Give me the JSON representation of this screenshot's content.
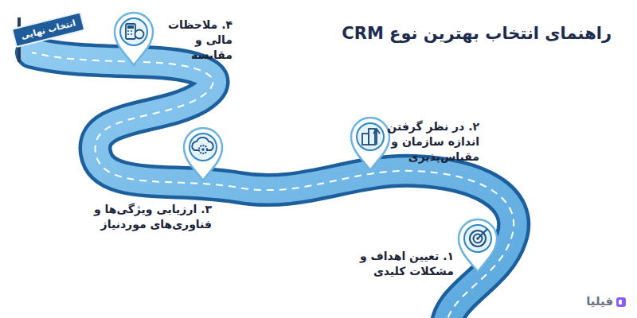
{
  "diagram": {
    "title": "راهنمای انتخاب بهترین نوع CRM",
    "nodes": [
      {
        "text": [
          "انتخاب نهایی"
        ]
      }
    ],
    "labels": [
      "۱. تعیین اهداف و مشکلات کلیدی",
      "۲. در نظر گرفتن اندازه سازمان و مقیاس‌پذیری",
      "۳. ارزیابی ویژگی‌ها و فناوری‌های موردنیاز",
      "۴. ملاحظات مالی و مقایسه",
      "فیلیا"
    ]
  }
}
